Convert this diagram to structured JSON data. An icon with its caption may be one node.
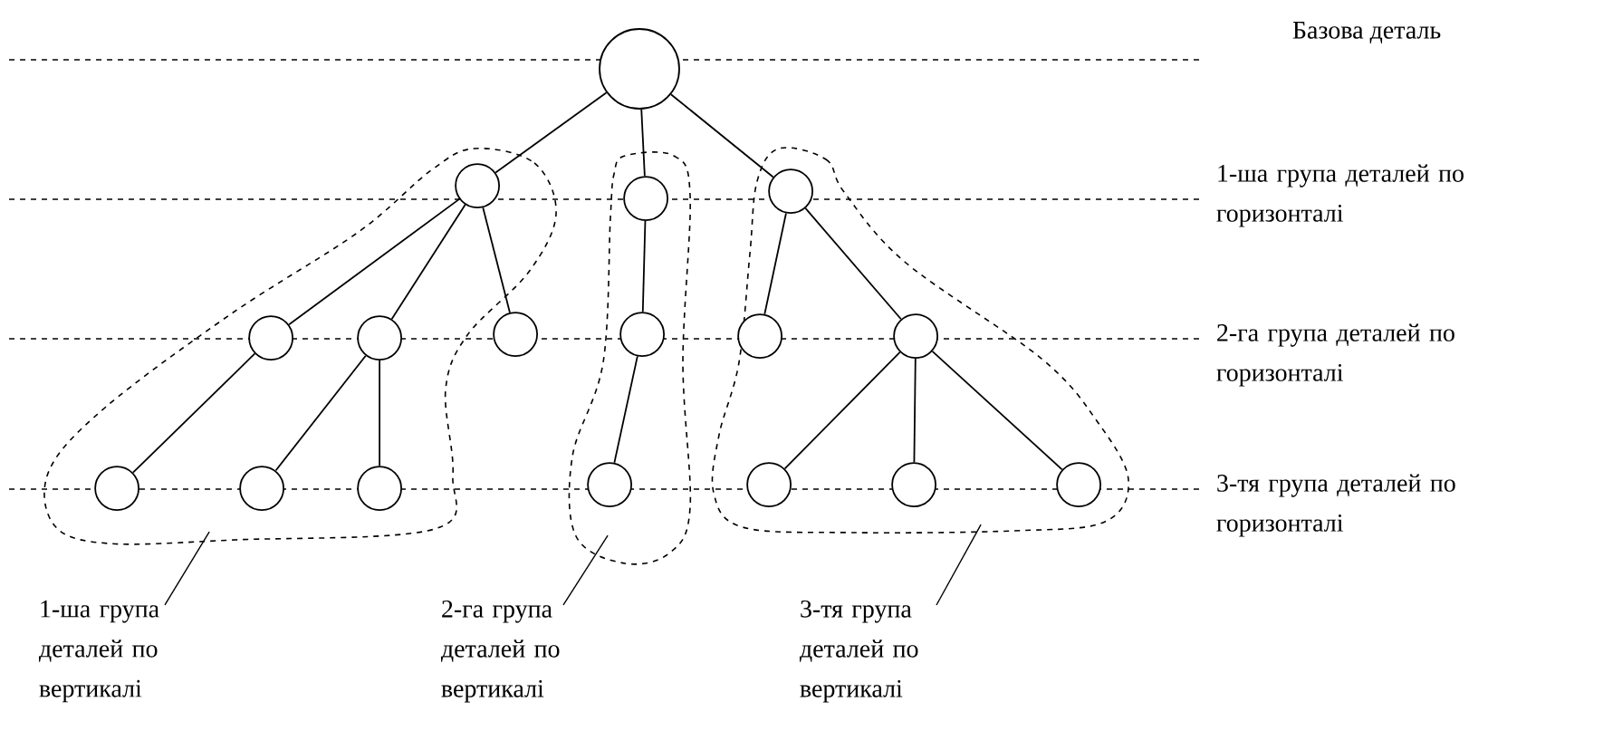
{
  "diagram": {
    "nodes": [
      {
        "text": [],
        "shape": "circle"
      },
      {
        "text": [],
        "shape": "cloud"
      },
      {
        "text": [],
        "shape": "circle",
        "in": 1
      },
      {
        "text": [],
        "shape": "circle",
        "in": 1
      },
      {
        "text": [],
        "shape": "circle",
        "in": 1
      },
      {
        "text": [],
        "shape": "circle",
        "in": 1
      },
      {
        "text": [],
        "shape": "circle",
        "in": 1
      },
      {
        "text": [],
        "shape": "circle",
        "in": 1
      },
      {
        "text": [],
        "shape": "circle",
        "in": 1
      },
      {
        "text": [],
        "shape": "cloud"
      },
      {
        "text": [],
        "shape": "circle",
        "in": 9
      },
      {
        "text": [],
        "shape": "circle",
        "in": 9
      },
      {
        "text": [],
        "shape": "circle",
        "in": 9
      },
      {
        "text": [],
        "shape": "cloud"
      },
      {
        "text": [],
        "shape": "circle",
        "in": 13
      },
      {
        "text": [],
        "shape": "circle",
        "in": 13
      },
      {
        "text": [],
        "shape": "circle",
        "in": 13
      },
      {
        "text": [],
        "shape": "circle",
        "in": 13
      },
      {
        "text": [],
        "shape": "circle",
        "in": 13
      },
      {
        "text": [],
        "shape": "circle",
        "in": 13
      },
      {
        "text": [
          "1-ша група деталей по вертикалі"
        ]
      },
      {
        "text": [
          "2-га група деталей по вертикалі"
        ]
      },
      {
        "text": [
          "3-тя група деталей по вертикалі"
        ]
      }
    ],
    "edges": [
      {
        "from": 0,
        "to": 2,
        "arrow": "none"
      },
      {
        "from": 0,
        "to": 10,
        "arrow": "none"
      },
      {
        "from": 0,
        "to": 14,
        "arrow": "none"
      },
      {
        "from": 2,
        "to": 3,
        "arrow": "none"
      },
      {
        "from": 2,
        "to": 4,
        "arrow": "none"
      },
      {
        "from": 2,
        "to": 5,
        "arrow": "none"
      },
      {
        "from": 3,
        "to": 6,
        "arrow": "none"
      },
      {
        "from": 4,
        "to": 7,
        "arrow": "none"
      },
      {
        "from": 4,
        "to": 8,
        "arrow": "none"
      },
      {
        "from": 10,
        "to": 11,
        "arrow": "none"
      },
      {
        "from": 11,
        "to": 12,
        "arrow": "none"
      },
      {
        "from": 14,
        "to": 15,
        "arrow": "none"
      },
      {
        "from": 14,
        "to": 16,
        "arrow": "none"
      },
      {
        "from": 16,
        "to": 17,
        "arrow": "none"
      },
      {
        "from": 16,
        "to": 18,
        "arrow": "none"
      },
      {
        "from": 16,
        "to": 19,
        "arrow": "none"
      },
      {
        "from": 20,
        "to": 1,
        "arrow": "none"
      },
      {
        "from": 21,
        "to": 9,
        "arrow": "none"
      },
      {
        "from": 22,
        "to": 13,
        "arrow": "none"
      }
    ],
    "labels": [
      "Базова деталь",
      "1-ша група деталей по горизонталі",
      "2-га група деталей по горизонталі",
      "3-тя група деталей по горизонталі"
    ]
  }
}
